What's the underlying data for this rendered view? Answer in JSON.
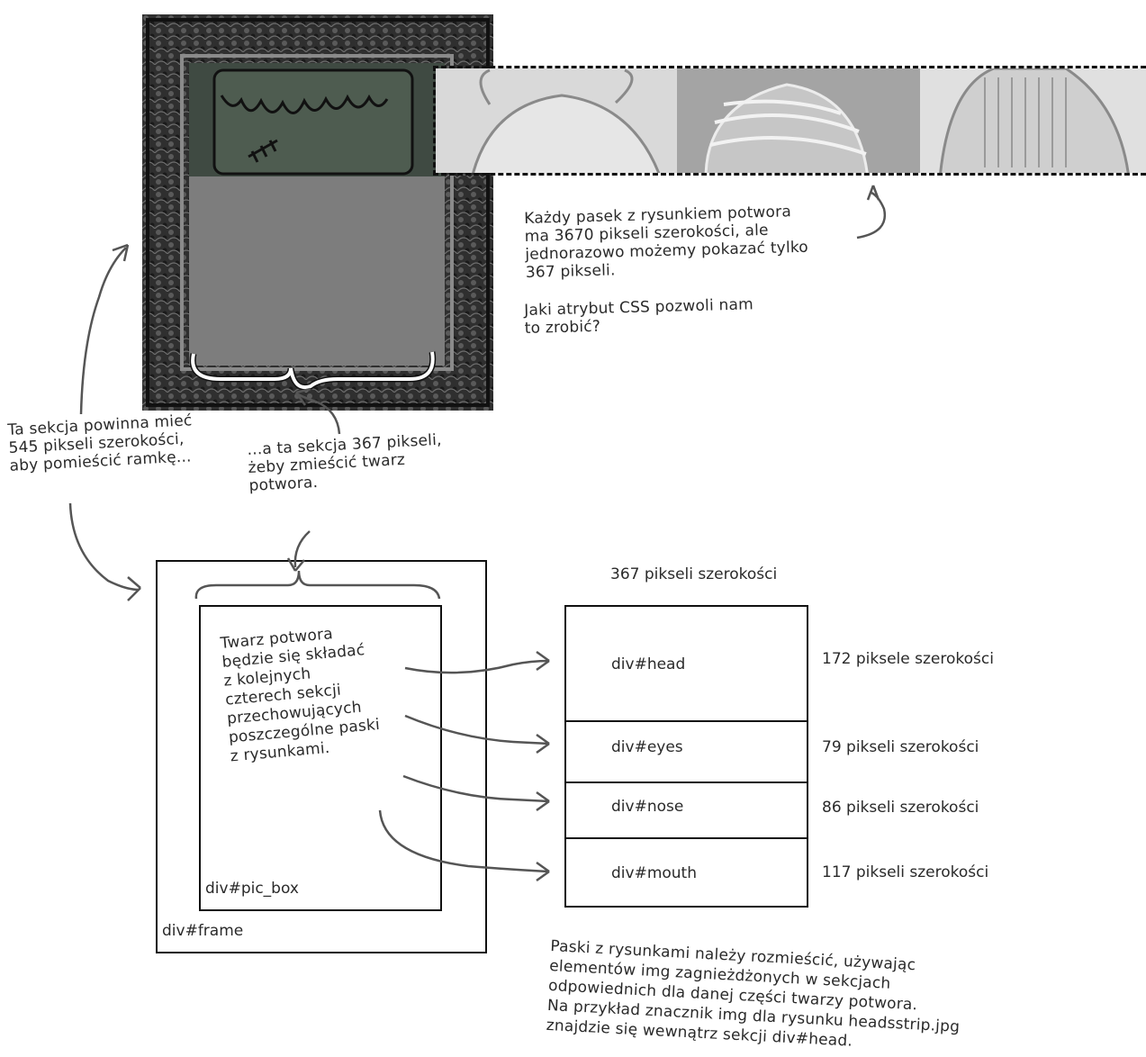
{
  "annotations": {
    "strip_note_1": "Każdy pasek z rysunkiem potwora",
    "strip_note_2": "ma 3670 pikseli szerokości, ale",
    "strip_note_3": "jednorazowo możemy pokazać tylko",
    "strip_note_4": "367 pikseli.",
    "question_1": "Jaki atrybut CSS pozwoli nam",
    "question_2": "to zrobić?",
    "frame_note_1": "Ta sekcja powinna mieć",
    "frame_note_2": "545 pikseli szerokości,",
    "frame_note_3": "aby pomieścić ramkę...",
    "picbox_note_1": "...a ta sekcja 367 pikseli,",
    "picbox_note_2": "żeby zmieścić twarz",
    "picbox_note_3": "potwora.",
    "face_note": [
      "Twarz potwora",
      "będzie się składać",
      "z kolejnych",
      "czterech sekcji",
      "przechowujących",
      "poszczególne paski",
      "z rysunkami."
    ],
    "bottom_note": [
      "Paski z rysunkami należy rozmieścić, używając",
      "elementów img zagnieżdżonych w sekcjach",
      "odpowiednich dla danej części twarzy potwora.",
      "Na przykład znacznik img dla rysunku headsstrip.jpg",
      "znajdzie się wewnątrz sekcji div#head."
    ]
  },
  "diagram": {
    "frame_label": "div#frame",
    "picbox_label": "div#pic_box",
    "column_width_label": "367 pikseli szerokości",
    "sections": [
      {
        "name": "div#head",
        "width_label": "172 piksele szerokości"
      },
      {
        "name": "div#eyes",
        "width_label": "79 pikseli szerokości"
      },
      {
        "name": "div#nose",
        "width_label": "86 pikseli szerokości"
      },
      {
        "name": "div#mouth",
        "width_label": "117 pikseli szerokości"
      }
    ]
  },
  "colors": {
    "frame_dark": "#2e2e2e",
    "monster_panel": "#4c5a4c",
    "gray_area": "#7d7d7d",
    "strip_light": "#dcdcdc",
    "strip_mid": "#a7a7a7",
    "line": "#555555"
  }
}
